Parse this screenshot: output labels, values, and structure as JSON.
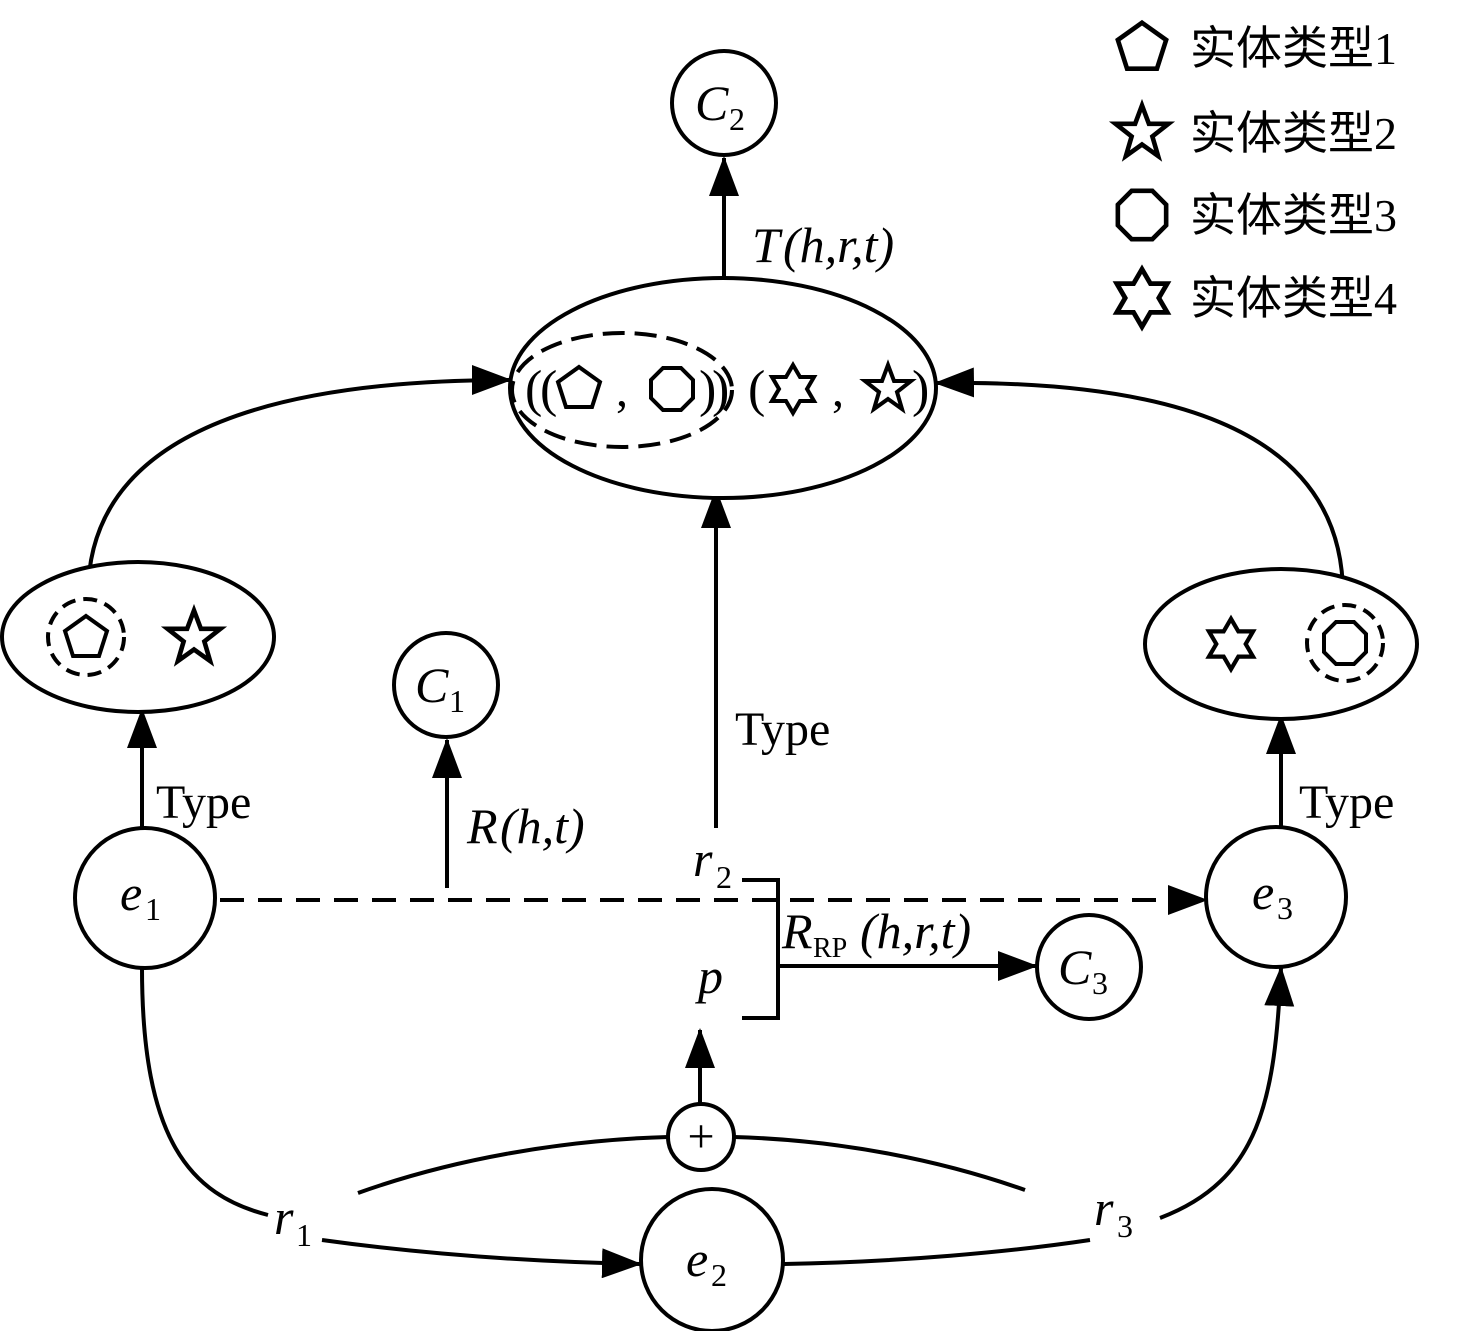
{
  "legend": {
    "items": [
      {
        "shape": "pentagon-icon",
        "label": "实体类型1"
      },
      {
        "shape": "star5-icon",
        "label": "实体类型2"
      },
      {
        "shape": "octagon-icon",
        "label": "实体类型3"
      },
      {
        "shape": "star6-icon",
        "label": "实体类型4"
      }
    ]
  },
  "nodes": {
    "c2": {
      "main": "C",
      "sub": "2"
    },
    "c1": {
      "main": "C",
      "sub": "1"
    },
    "c3": {
      "main": "C",
      "sub": "3"
    },
    "e1": {
      "main": "e",
      "sub": "1"
    },
    "e2": {
      "main": "e",
      "sub": "2"
    },
    "e3": {
      "main": "e",
      "sub": "3"
    }
  },
  "edge_labels": {
    "t_hrt": {
      "main": "T",
      "rest": "(h,r,t)"
    },
    "r_ht": {
      "main": "R",
      "rest": "(h,t)"
    },
    "rrp": {
      "main": "R",
      "sub": "RP",
      "rest": "(h,r,t)"
    },
    "type_left": "Type",
    "type_mid": "Type",
    "type_right": "Type",
    "r1": {
      "main": "r",
      "sub": "1"
    },
    "r2": {
      "main": "r",
      "sub": "2"
    },
    "r3": {
      "main": "r",
      "sub": "3"
    },
    "p": "p",
    "plus": "+"
  },
  "tuple": {
    "open": "(",
    "close": ")",
    "comma": ","
  },
  "colors": {
    "stroke": "#000000",
    "background": "#ffffff"
  }
}
